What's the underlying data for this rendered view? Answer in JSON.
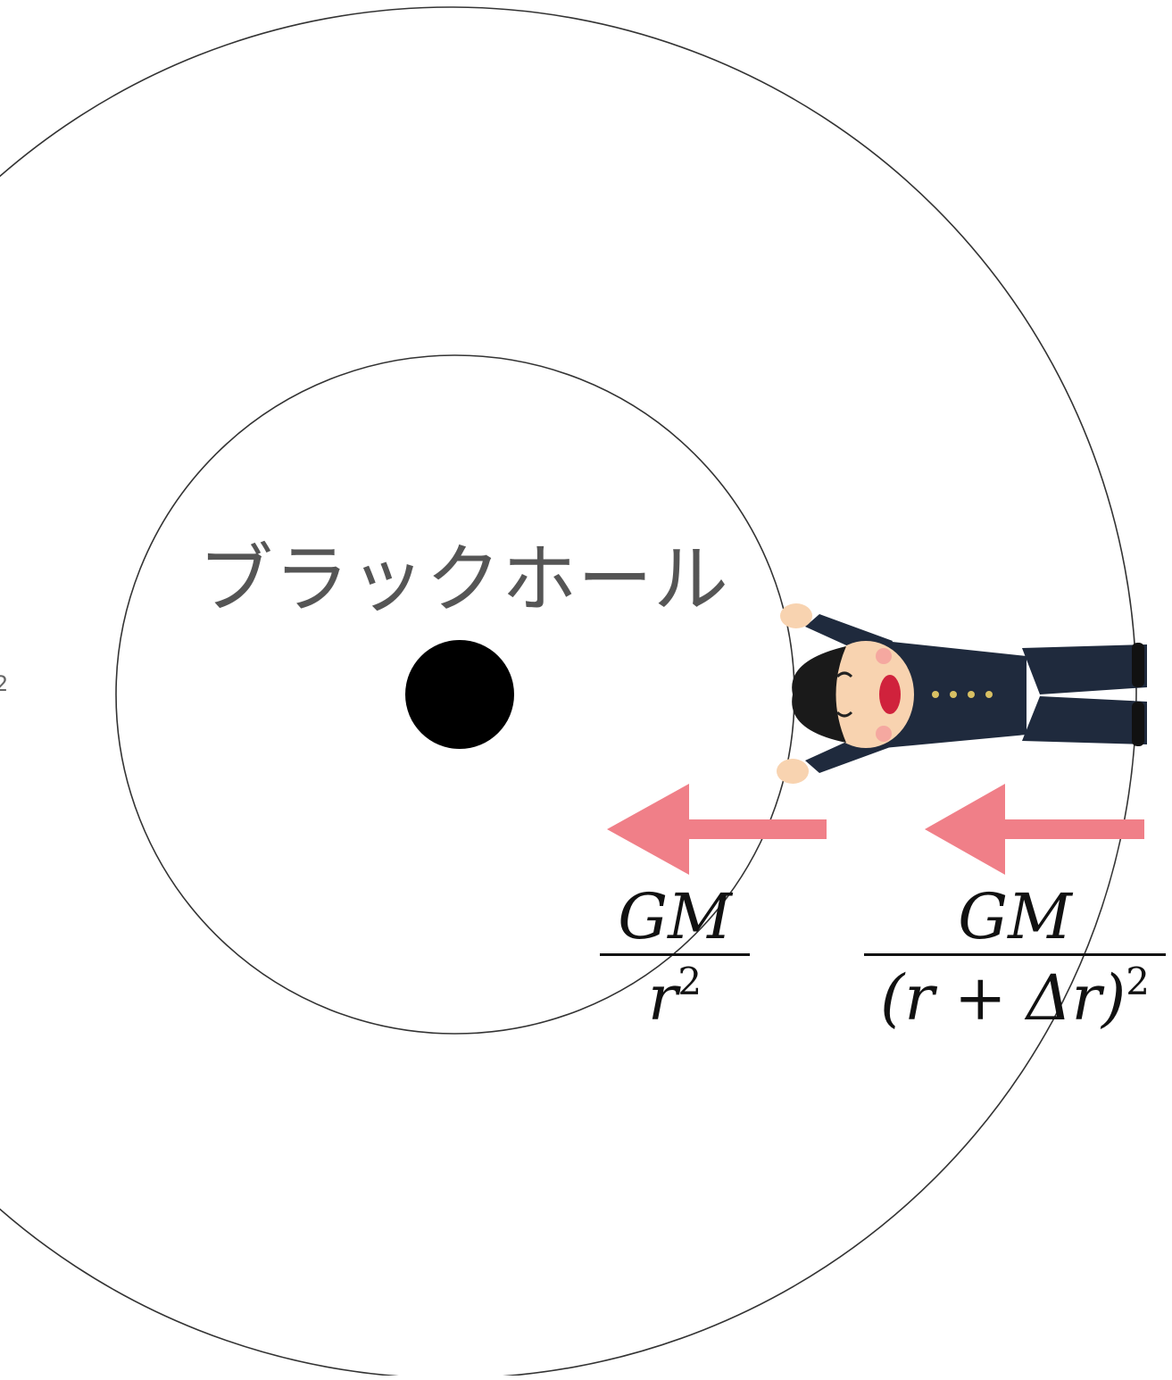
{
  "diagram": {
    "black_hole_label": "ブラックホール",
    "edge_number": "2",
    "force_near": {
      "numerator": "GM",
      "denominator_base": "r",
      "denominator_exp": "2"
    },
    "force_far": {
      "numerator": "GM",
      "denominator_base": "(r + Δr)",
      "denominator_exp": "2"
    }
  },
  "colors": {
    "arrow": "#f07f88",
    "ring_stroke": "#333333",
    "black_hole": "#000000",
    "suit": "#1f2a3d",
    "skin": "#f8d3b0"
  }
}
